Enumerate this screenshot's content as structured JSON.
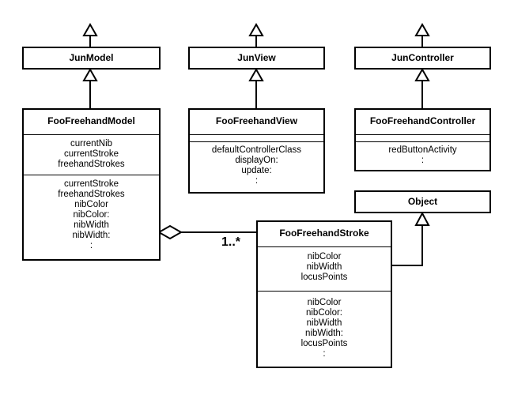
{
  "classes": {
    "jun_model": {
      "name": "JunModel"
    },
    "jun_view": {
      "name": "JunView"
    },
    "jun_controller": {
      "name": "JunController"
    },
    "object": {
      "name": "Object"
    },
    "foo_freehand_model": {
      "name": "FooFreehandModel",
      "attributes": [
        "currentNib",
        "currentStroke",
        "freehandStrokes"
      ],
      "methods": [
        "currentStroke",
        "freehandStrokes",
        "nibColor",
        "nibColor:",
        "nibWidth",
        "nibWidth:",
        ":"
      ]
    },
    "foo_freehand_view": {
      "name": "FooFreehandView",
      "attributes": [],
      "methods": [
        "defaultControllerClass",
        "displayOn:",
        "update:",
        ":"
      ]
    },
    "foo_freehand_controller": {
      "name": "FooFreehandController",
      "attributes": [],
      "methods": [
        "redButtonActivity",
        ":"
      ]
    },
    "foo_freehand_stroke": {
      "name": "FooFreehandStroke",
      "attributes": [
        "nibColor",
        "nibWidth",
        "locusPoints"
      ],
      "methods": [
        "nibColor",
        "nibColor:",
        "nibWidth",
        "nibWidth:",
        "locusPoints",
        ":"
      ]
    }
  },
  "aggregation": {
    "multiplicity": "1..*"
  }
}
